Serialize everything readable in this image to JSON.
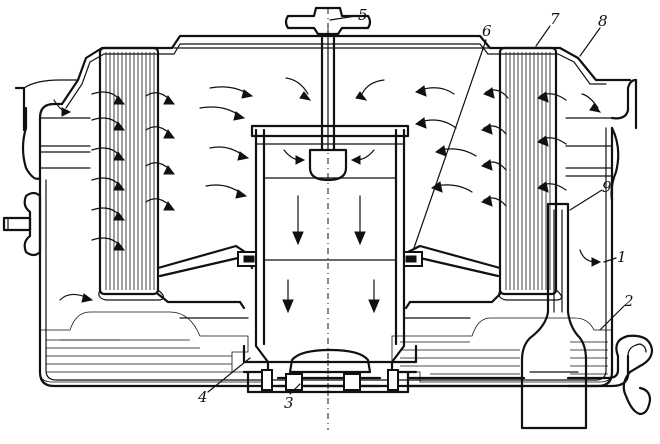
{
  "diagram": {
    "callouts": [
      {
        "id": "c1",
        "text": "1"
      },
      {
        "id": "c2",
        "text": "2"
      },
      {
        "id": "c3",
        "text": "3"
      },
      {
        "id": "c4",
        "text": "4"
      },
      {
        "id": "c5",
        "text": "5"
      },
      {
        "id": "c6",
        "text": "6"
      },
      {
        "id": "c7",
        "text": "7"
      },
      {
        "id": "c8",
        "text": "8"
      },
      {
        "id": "c9",
        "text": "9"
      }
    ]
  },
  "colors": {
    "ink": "#111111",
    "paper": "#ffffff"
  }
}
